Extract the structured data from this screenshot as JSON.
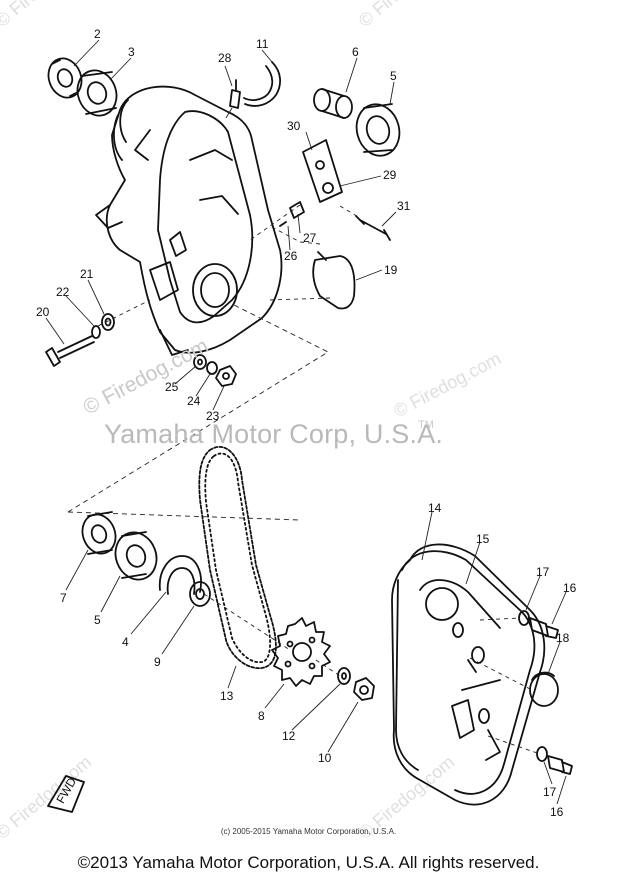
{
  "watermarks": {
    "corner": "© Firedog.com",
    "main_site": "© Firedog.com",
    "main_company": "Yamaha Motor Corp, U.S.A.",
    "tm": "TM",
    "small_logo": "© Firedog.com"
  },
  "callouts": {
    "c2": "2",
    "c3": "3",
    "c28": "28",
    "c11": "11",
    "c6": "6",
    "c5a": "5",
    "c30": "30",
    "c29": "29",
    "c31": "31",
    "c27": "27",
    "c26": "26",
    "c19": "19",
    "c21": "21",
    "c22": "22",
    "c20": "20",
    "c25": "25",
    "c24": "24",
    "c23": "23",
    "c14": "14",
    "c15": "15",
    "c17a": "17",
    "c16a": "16",
    "c18": "18",
    "c7": "7",
    "c5b": "5",
    "c4": "4",
    "c9": "9",
    "c13": "13",
    "c8": "8",
    "c12": "12",
    "c10": "10",
    "c17b": "17",
    "c16b": "16"
  },
  "fwd_mark": "FWD",
  "small_copyright": "(c) 2005-2015 Yamaha Motor Corporation, U.S.A.",
  "footer_copyright": "©2013 Yamaha Motor Corporation, U.S.A. All rights reserved."
}
